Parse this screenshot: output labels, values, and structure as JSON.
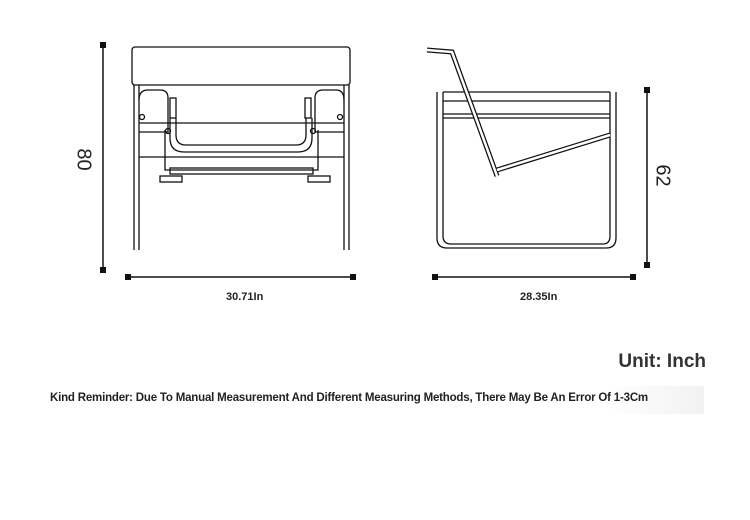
{
  "front_view": {
    "height_label": "80",
    "width_label": "30.71In"
  },
  "side_view": {
    "height_label": "62",
    "depth_label": "28.35In"
  },
  "unit_label": "Unit: Inch",
  "reminder": "Kind Reminder: Due To Manual Measurement And Different Measuring Methods, There May Be An Error Of 1-3Cm"
}
